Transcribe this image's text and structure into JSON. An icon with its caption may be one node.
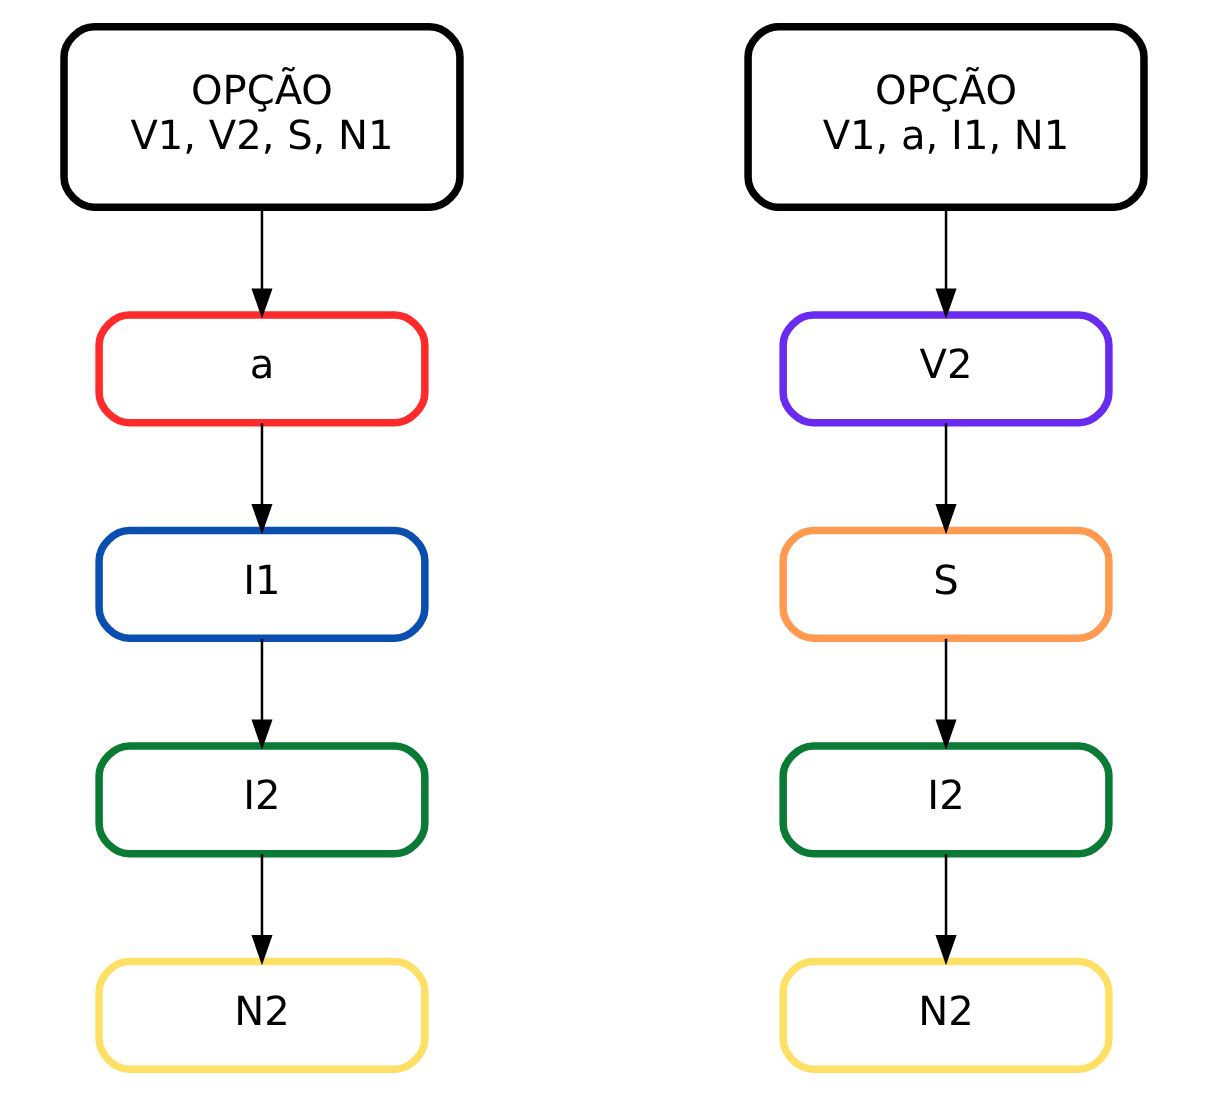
{
  "diagram": {
    "nodes": [
      {
        "text": [
          "OPÇÃO",
          "V1, V2, S, N1"
        ]
      },
      {
        "text": [
          "a"
        ]
      },
      {
        "text": [
          "I1"
        ]
      },
      {
        "text": [
          "I2"
        ]
      },
      {
        "text": [
          "N2"
        ]
      },
      {
        "text": [
          "OPÇÃO",
          "V1, a, I1, N1"
        ]
      },
      {
        "text": [
          "V2"
        ]
      },
      {
        "text": [
          "S"
        ]
      },
      {
        "text": [
          "I2"
        ]
      },
      {
        "text": [
          "N2"
        ]
      }
    ],
    "edges": [
      {
        "from": 0,
        "to": 1,
        "arrow": "to"
      },
      {
        "from": 1,
        "to": 2,
        "arrow": "to"
      },
      {
        "from": 2,
        "to": 3,
        "arrow": "to"
      },
      {
        "from": 3,
        "to": 4,
        "arrow": "to"
      },
      {
        "from": 5,
        "to": 6,
        "arrow": "to"
      },
      {
        "from": 6,
        "to": 7,
        "arrow": "to"
      },
      {
        "from": 7,
        "to": 8,
        "arrow": "to"
      },
      {
        "from": 8,
        "to": 9,
        "arrow": "to"
      }
    ]
  }
}
